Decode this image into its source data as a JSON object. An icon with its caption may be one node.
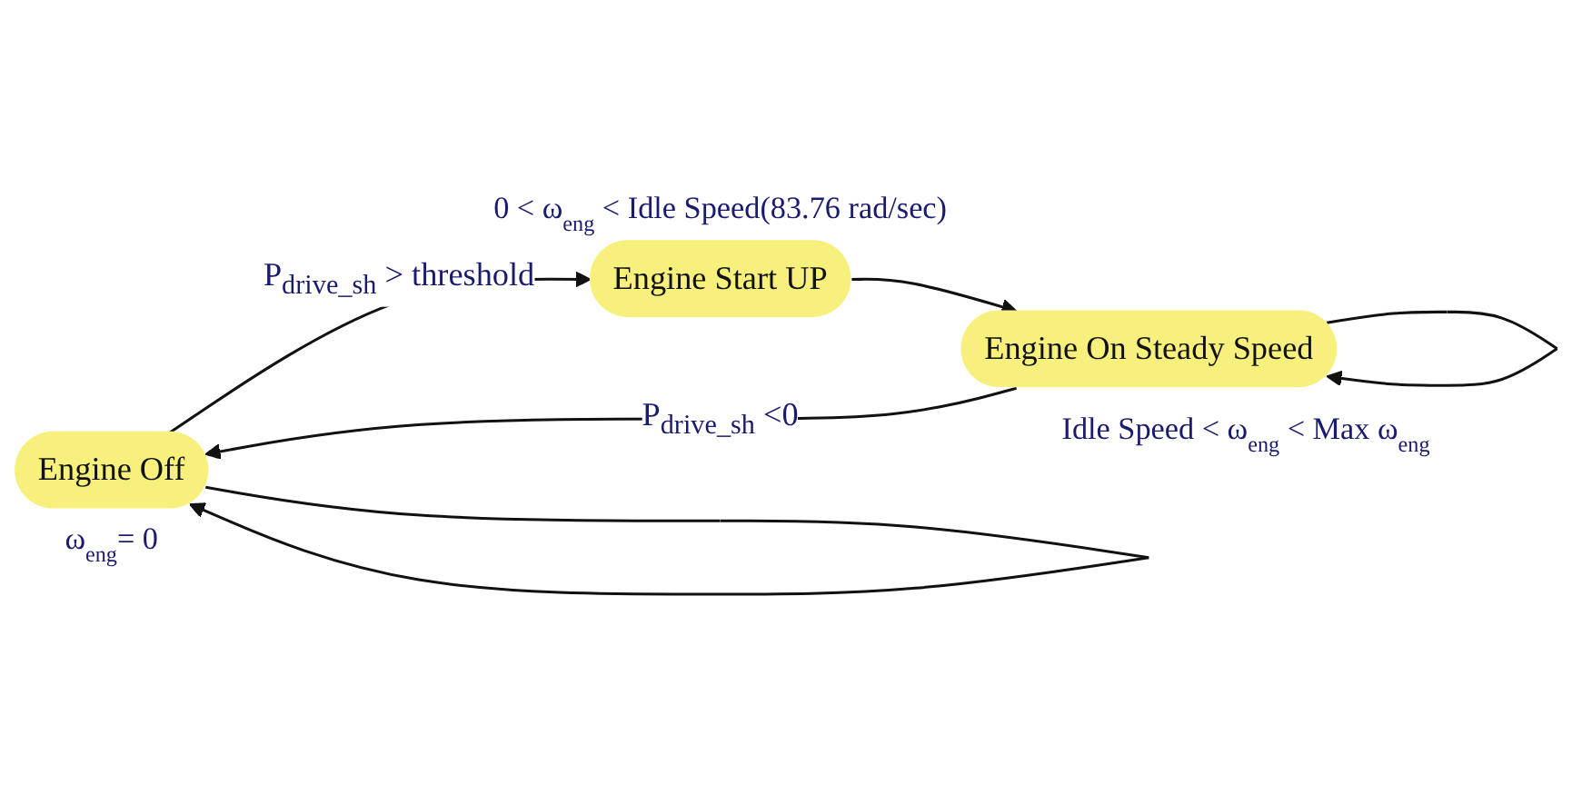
{
  "diagram": {
    "nodes": [
      {
        "text": [
          "Engine Off"
        ],
        "beside": [
          "ω$_{eng}$= 0"
        ]
      },
      {
        "text": [
          "Engine Start UP"
        ],
        "beside": [
          "0 < ω$_{eng}$ < Idle Speed(83.76 rad/sec)"
        ]
      },
      {
        "text": [
          "Engine On Steady Speed"
        ],
        "beside": [
          "Idle Speed < ω$_{eng}$ < Max ω$_{eng}$"
        ]
      }
    ],
    "edges": [
      {
        "from": 0,
        "to": 0,
        "arrow": "to"
      },
      {
        "from": 0,
        "to": 1,
        "arrow": "to",
        "label": "P$_{drive_sh}$ > threshold"
      },
      {
        "from": 1,
        "to": 2,
        "arrow": "to"
      },
      {
        "from": 2,
        "to": 0,
        "arrow": "to",
        "label": "P$_{drive_sh}$ <0"
      },
      {
        "from": 2,
        "to": 2,
        "arrow": "to"
      }
    ]
  }
}
